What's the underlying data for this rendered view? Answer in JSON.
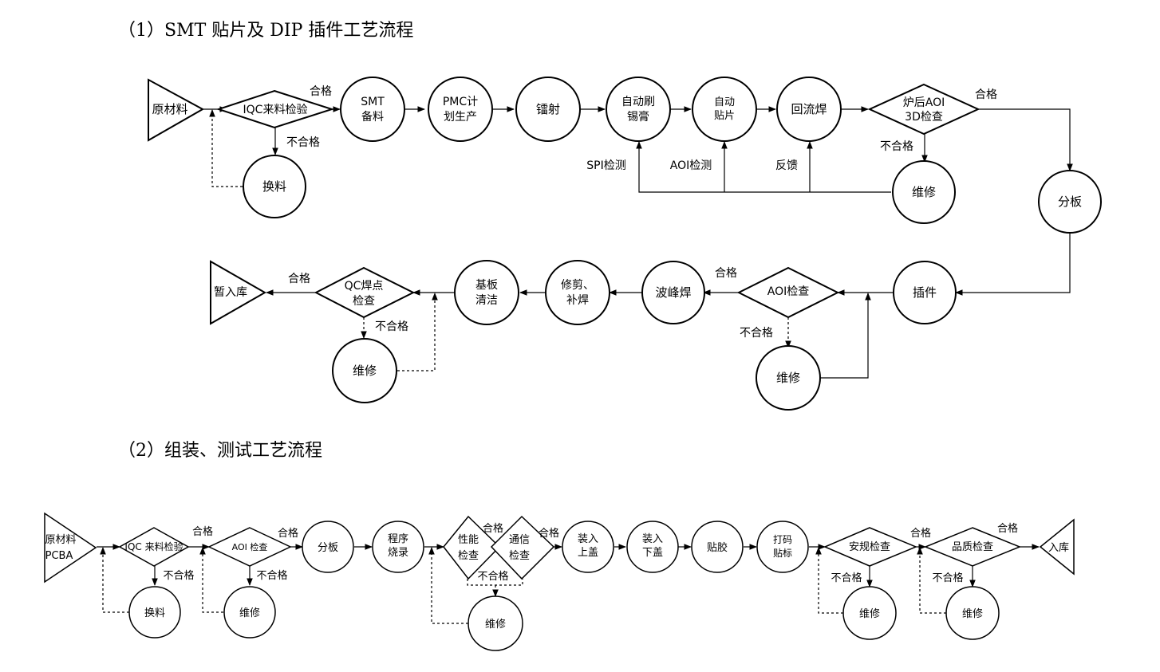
{
  "sections": {
    "smt": {
      "title": "（1）SMT 贴片及 DIP 插件工艺流程",
      "raw_material": "原材料",
      "iqc": "IQC来料检验",
      "replace": "换料",
      "smt_prep": [
        "SMT",
        "备料"
      ],
      "pmc": [
        "PMC计",
        "划生产"
      ],
      "laser": "镭射",
      "auto_print": [
        "自动刷",
        "锡膏"
      ],
      "auto_place": [
        "自动",
        "贴片"
      ],
      "reflow": "回流焊",
      "aoi3d": [
        "炉后AOI",
        "3D检查"
      ],
      "repair": "维修",
      "spi": "SPI检测",
      "aoi_check": "AOI检测",
      "feedback": "反馈",
      "split": "分板",
      "insert": "插件",
      "aoi_inspect": "AOI检查",
      "wave": "波峰焊",
      "trim": [
        "修剪、",
        "补焊"
      ],
      "clean": [
        "基板",
        "清洁"
      ],
      "qc": [
        "QC焊点",
        "检查"
      ],
      "temp_store": "暂入库",
      "pass": "合格",
      "fail": "不合格"
    },
    "assembly": {
      "title": "（2）组装、测试工艺流程",
      "raw_material": [
        "原材料",
        "PCBA"
      ],
      "iqc": "IQC 来料检验",
      "aoi": "AOI 检查",
      "split": "分板",
      "program": [
        "程序",
        "烧录"
      ],
      "perf": [
        "性能",
        "检查"
      ],
      "comm": [
        "通信",
        "检查"
      ],
      "top_cover": [
        "装入",
        "上盖"
      ],
      "bottom_cover": [
        "装入",
        "下盖"
      ],
      "glue": "贴胶",
      "label": [
        "打码",
        "贴标"
      ],
      "safety": "安规检查",
      "quality": "品质检查",
      "store": "入库",
      "replace": "换料",
      "repair": "维修",
      "pass": "合格",
      "fail": "不合格"
    }
  }
}
